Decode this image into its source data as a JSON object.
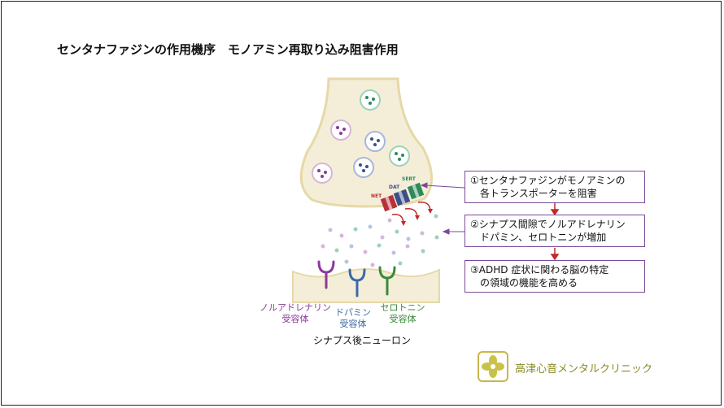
{
  "title": "センタナファジンの作用機序　モノアミン再取り込み阻害作用",
  "transporters": {
    "sert": "SERT",
    "dat": "DAT",
    "net": "NET"
  },
  "steps": [
    {
      "line1": "①センタナファジンがモノアミンの",
      "line2": "各トランスポーターを阻害"
    },
    {
      "line1": "②シナプス間隙でノルアドレナリン",
      "line2": "ドパミン、セロトニンが増加"
    },
    {
      "line1": "③ADHD 症状に関わる脳の特定",
      "line2": "の領域の機能を高める"
    }
  ],
  "receptors": [
    {
      "line1": "ノルアドレナリン",
      "line2": "受容体",
      "color": "#8a3a9a"
    },
    {
      "line1": "ドパミン",
      "line2": "受容体",
      "color": "#3a6aa8"
    },
    {
      "line1": "セロトニン",
      "line2": "受容体",
      "color": "#3a8a3a"
    }
  ],
  "postsynaptic_label": "シナプス後ニューロン",
  "clinic_name": "高津心音メンタルクリニック",
  "colors": {
    "neuron_fill": "#f4eed8",
    "neuron_border": "#e6d9a8",
    "step_border": "#7a4a9a",
    "arrow_red": "#c0282a",
    "net": "#b8303a",
    "dat": "#3a4f8a",
    "sert": "#2f8a5a"
  }
}
